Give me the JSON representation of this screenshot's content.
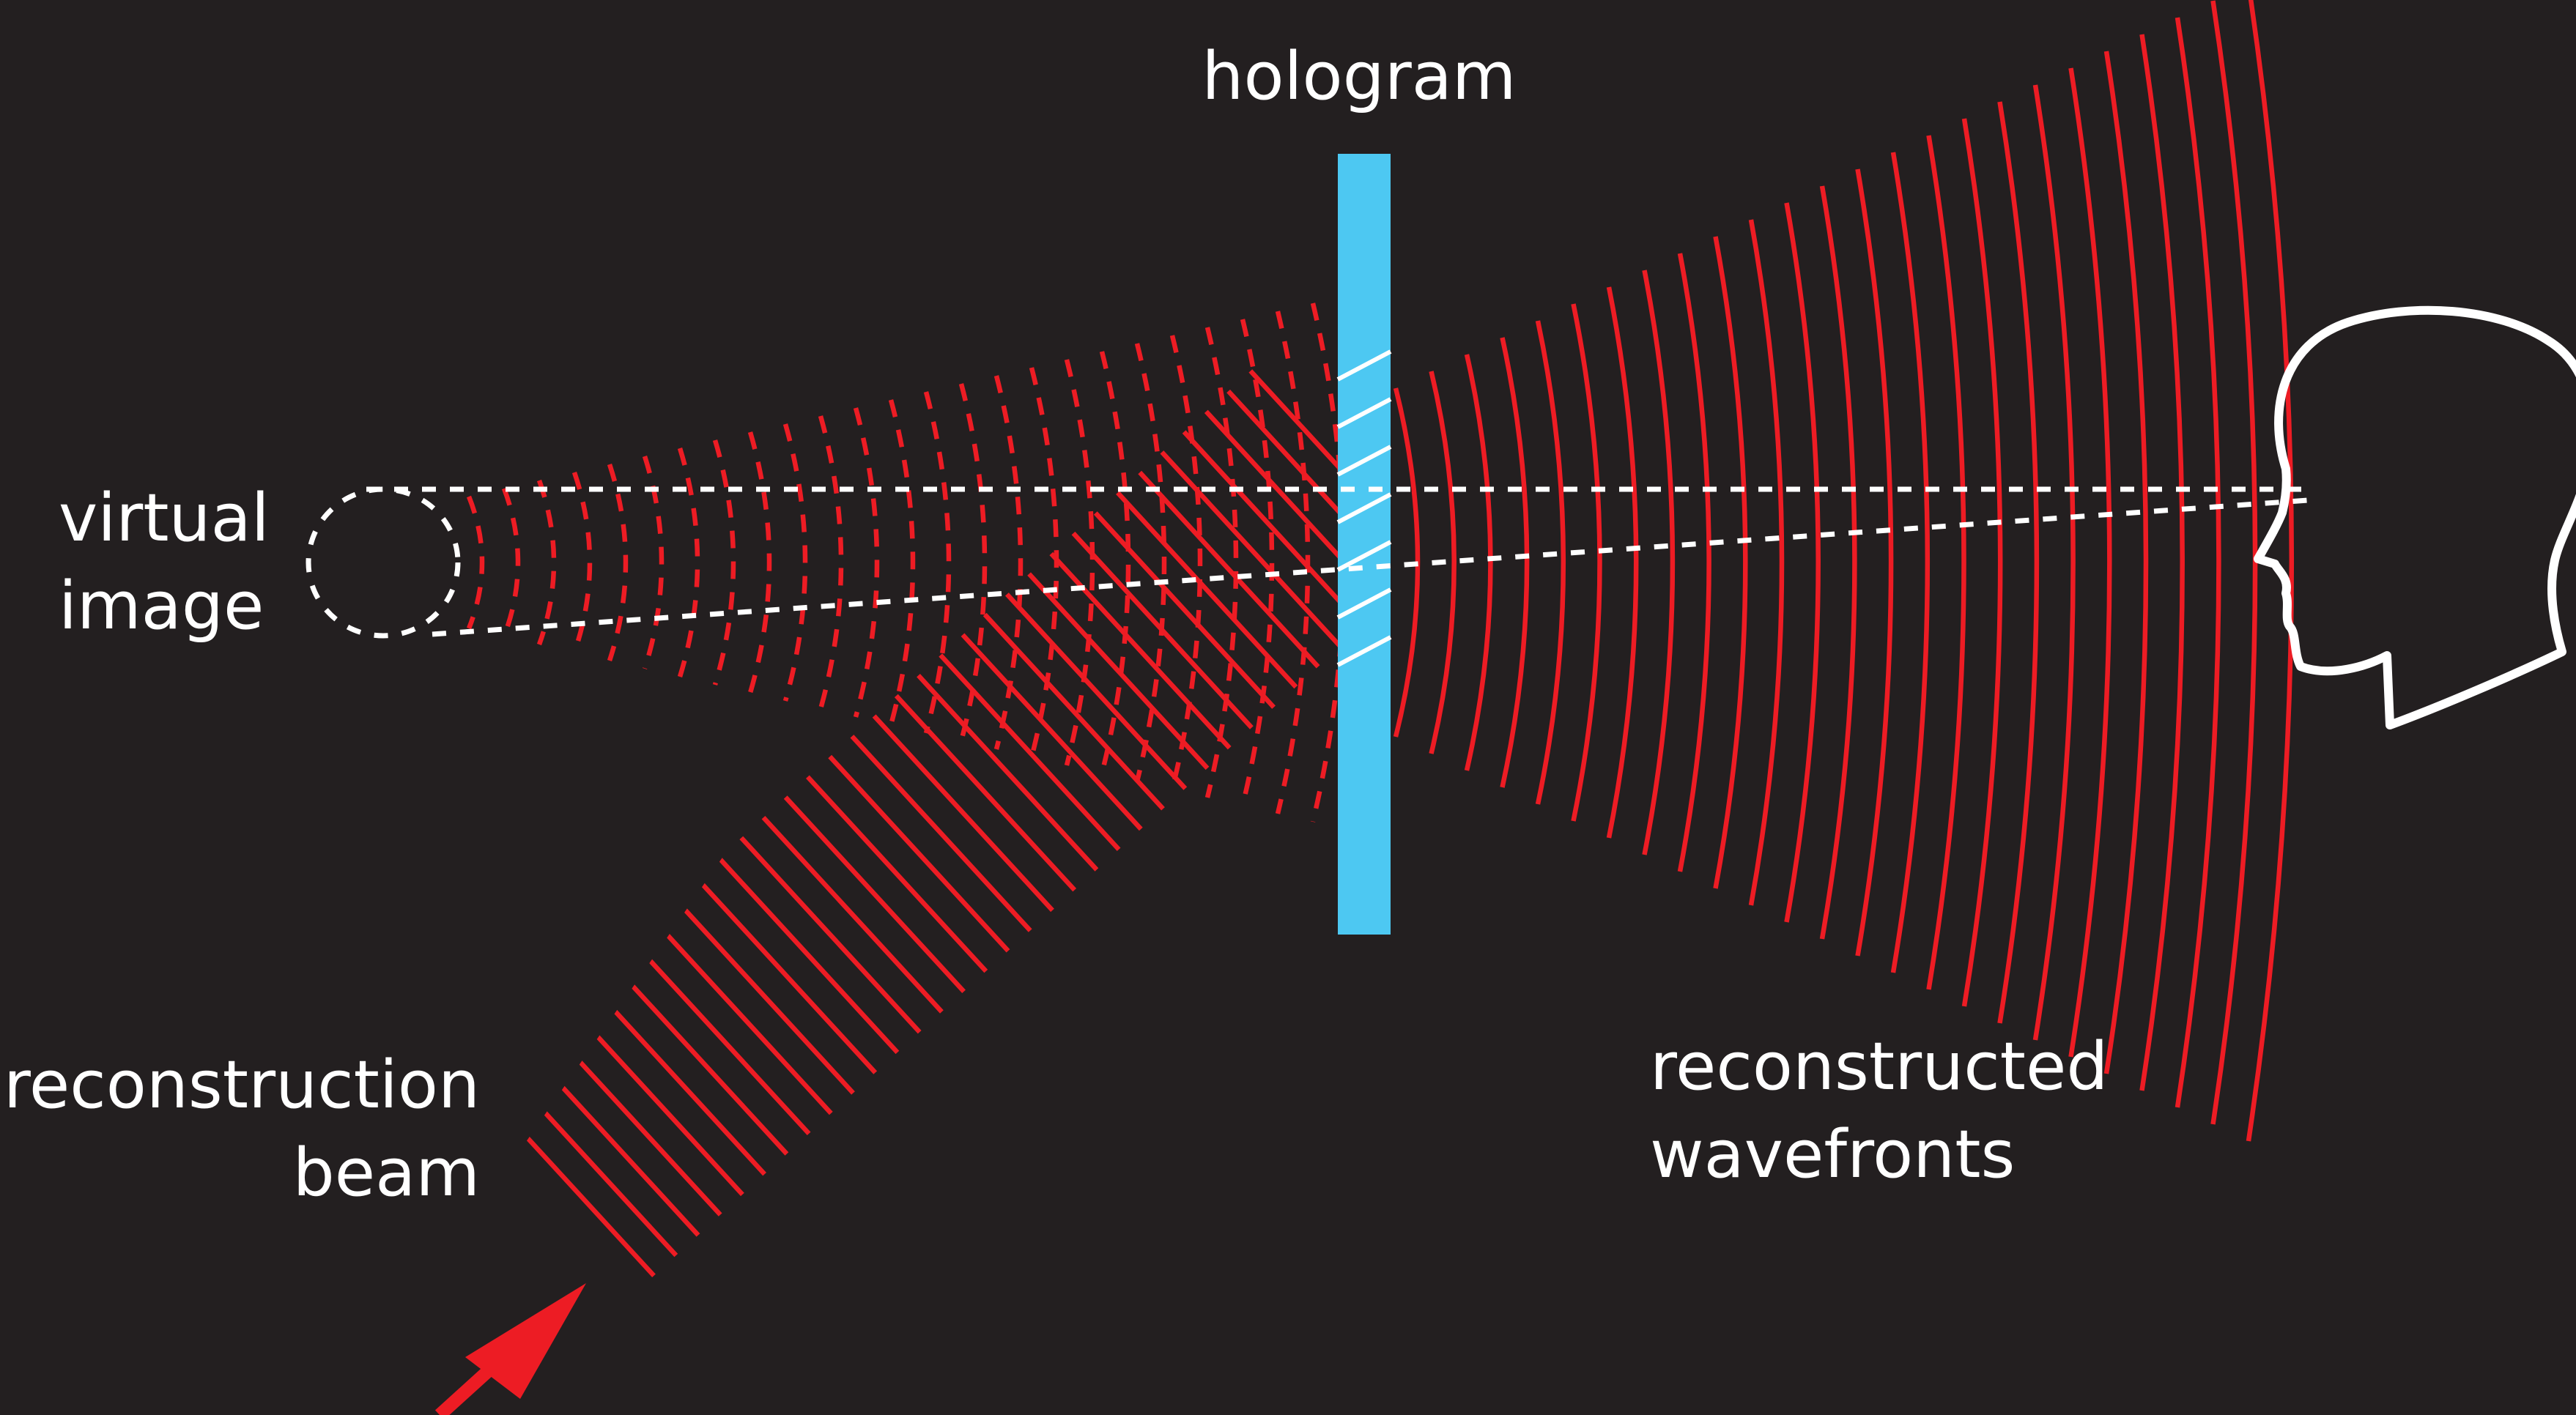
{
  "labels": {
    "hologram": "hologram",
    "virtual_image_line1": "virtual",
    "virtual_image_line2": "image",
    "reconstruction_beam_line1": "reconstruction",
    "reconstruction_beam_line2": "beam",
    "reconstructed_wavefronts_line1": "reconstructed",
    "reconstructed_wavefronts_line2": "wavefronts"
  },
  "colors": {
    "background": "#231f20",
    "wave": "#ed1c24",
    "hologram": "#4dc8f2",
    "outline": "#ffffff"
  },
  "icons": {
    "viewer": "head-profile-icon",
    "beam_direction": "arrow-icon"
  }
}
